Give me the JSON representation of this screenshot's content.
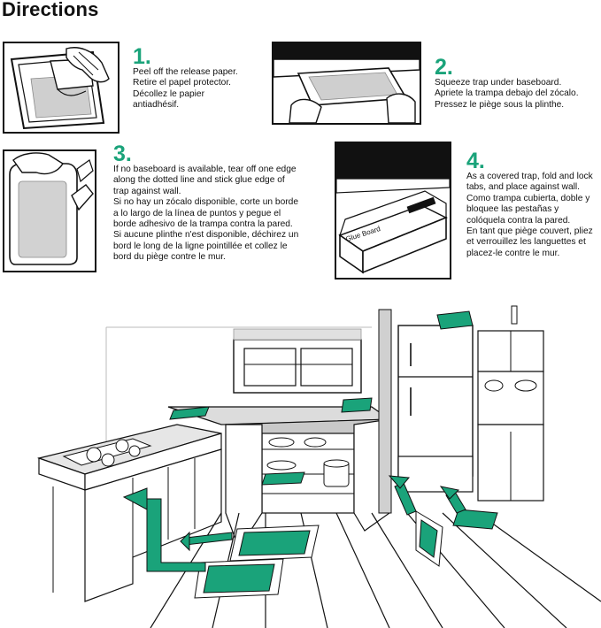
{
  "title": "Directions",
  "colors": {
    "accent": "#1aa37a",
    "ink": "#111111",
    "shade": "#d7d7d7"
  },
  "steps": [
    {
      "number": "1.",
      "lines": [
        "Peel off the release paper.",
        "Retire el papel protector.",
        "Décollez le papier",
        "antiadhésif."
      ]
    },
    {
      "number": "2.",
      "lines": [
        "Squeeze trap under baseboard.",
        "Apriete la trampa debajo del zócalo.",
        "Pressez le piège sous la plinthe."
      ]
    },
    {
      "number": "3.",
      "lines": [
        "If no baseboard is available, tear off one edge",
        "along the dotted line and stick glue edge of",
        "trap against wall.",
        "Si no hay un zócalo disponible, corte un borde",
        "a lo largo de la línea de puntos y pegue el",
        "borde adhesivo de la trampa contra la pared.",
        "Si aucune plinthe n'est disponible, déchirez un",
        "bord le long de la ligne pointillée et collez le",
        "bord du piège contre le mur."
      ]
    },
    {
      "number": "4.",
      "lines": [
        "As a covered trap, fold and lock",
        "tabs, and place against wall.",
        "Como trampa cubierta, doble y",
        "bloquee las pestañas y",
        "colóquela contra la pared.",
        "En tant que piège couvert, pliez",
        "et verrouillez les languettes et",
        "placez-le contre le mur."
      ]
    }
  ],
  "box_label": "Glue Board"
}
